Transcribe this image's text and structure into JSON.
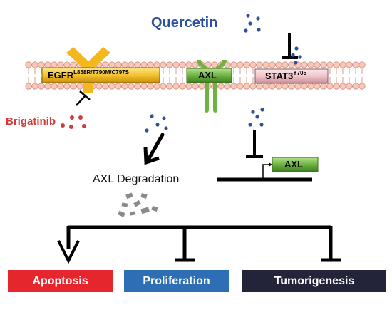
{
  "labels": {
    "quercetin": "Quercetin",
    "brigatinib": "Brigatinib",
    "axl_degradation": "AXL Degradation"
  },
  "receptors": {
    "egfr_main": "EGFR",
    "egfr_sup": "L858R/T790M/C797S",
    "axl_membrane": "AXL",
    "stat3_main": "STAT3",
    "stat3_sup": "Y705",
    "axl_gene": "AXL"
  },
  "outcomes": {
    "apoptosis": "Apoptosis",
    "proliferation": "Proliferation",
    "tumorigenesis": "Tumorigenesis"
  },
  "colors": {
    "quercetin": "#2f4f9f",
    "brigatinib": "#d33a3a",
    "egfr": "#f3c22b",
    "axl": "#6cb33f",
    "stat3": "#efc4c9",
    "apoptosis": "#e5262c",
    "proliferation": "#2d6eb5",
    "tumorigenesis": "#232339"
  }
}
